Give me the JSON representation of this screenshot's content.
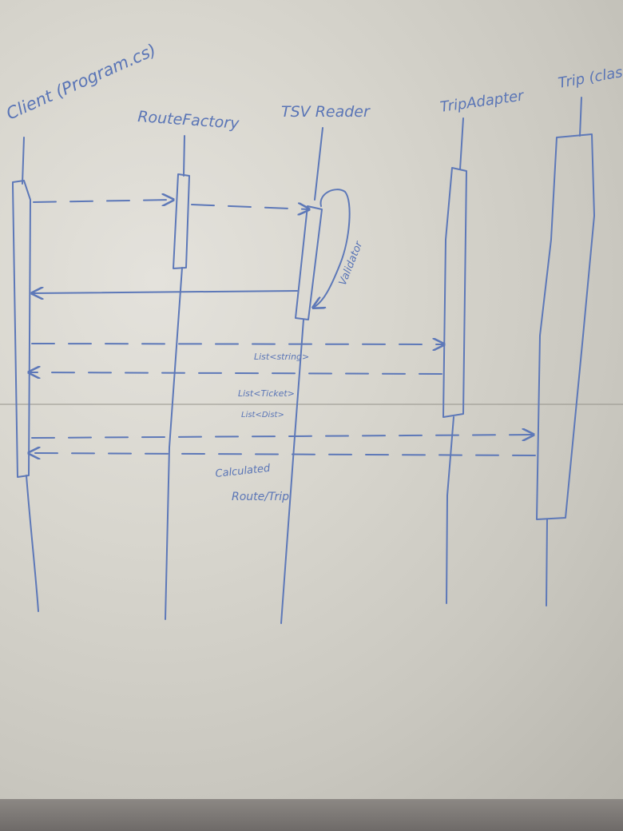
{
  "participants": [
    {
      "id": "client",
      "label": "Client (Program.cs)"
    },
    {
      "id": "route-factory",
      "label": "RouteFactory"
    },
    {
      "id": "tsv-reader",
      "label": "TSV Reader"
    },
    {
      "id": "trip-adapter",
      "label": "TripAdapter"
    },
    {
      "id": "trip-class",
      "label": "Trip (class)"
    }
  ],
  "self_message": {
    "label": "Validator"
  },
  "messages": [
    {
      "label": "List<string>"
    },
    {
      "label": "List<Ticket>"
    },
    {
      "label": "List<Dist>"
    },
    {
      "label_line1": "Calculated",
      "label_line2": "Route/Trip"
    }
  ],
  "colors": {
    "ink": "#5d78b8",
    "board": "#d8d6ce"
  }
}
